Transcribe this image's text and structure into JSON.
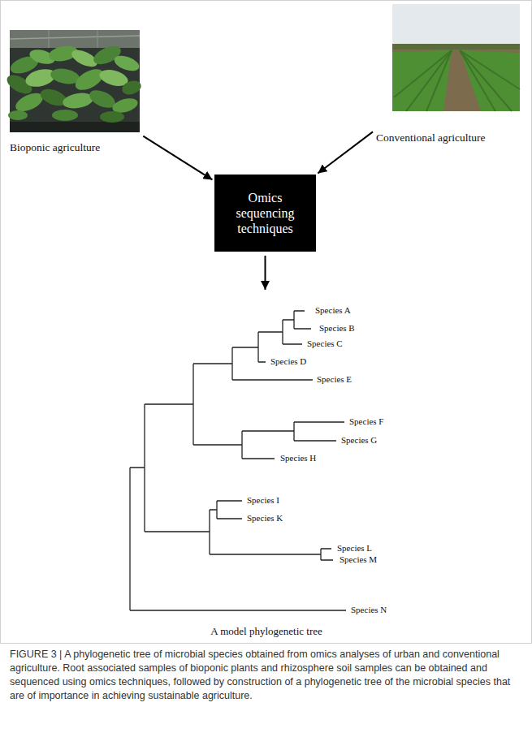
{
  "diagram": {
    "caption": "FIGURE 3 | A phylogenetic tree of microbial species obtained from omics analyses of urban and conventional agriculture. Root associated samples of bioponic plants and rhizosphere soil samples can be obtained and sequenced using omics techniques, followed by construction of a phylogenetic tree of the microbial species that are of importance in achieving sustainable agriculture.",
    "nodes": [
      {
        "text": [
          "Bioponic agriculture"
        ]
      },
      {
        "text": [
          "Conventional agriculture"
        ]
      },
      {
        "text": [
          "Omics sequencing techniques"
        ]
      },
      {
        "text": [
          "A model phylogenetic tree"
        ]
      }
    ],
    "edges": [
      {
        "from": 0,
        "to": 2,
        "arrow": "to"
      },
      {
        "from": 1,
        "to": 2,
        "arrow": "to"
      },
      {
        "from": 2,
        "to": 3,
        "arrow": "to"
      }
    ],
    "labels": [
      "Species A",
      "Species B",
      "Species C",
      "Species D",
      "Species E",
      "Species F",
      "Species G",
      "Species H",
      "Species I",
      "Species K",
      "Species L",
      "Species M",
      "Species N"
    ]
  }
}
